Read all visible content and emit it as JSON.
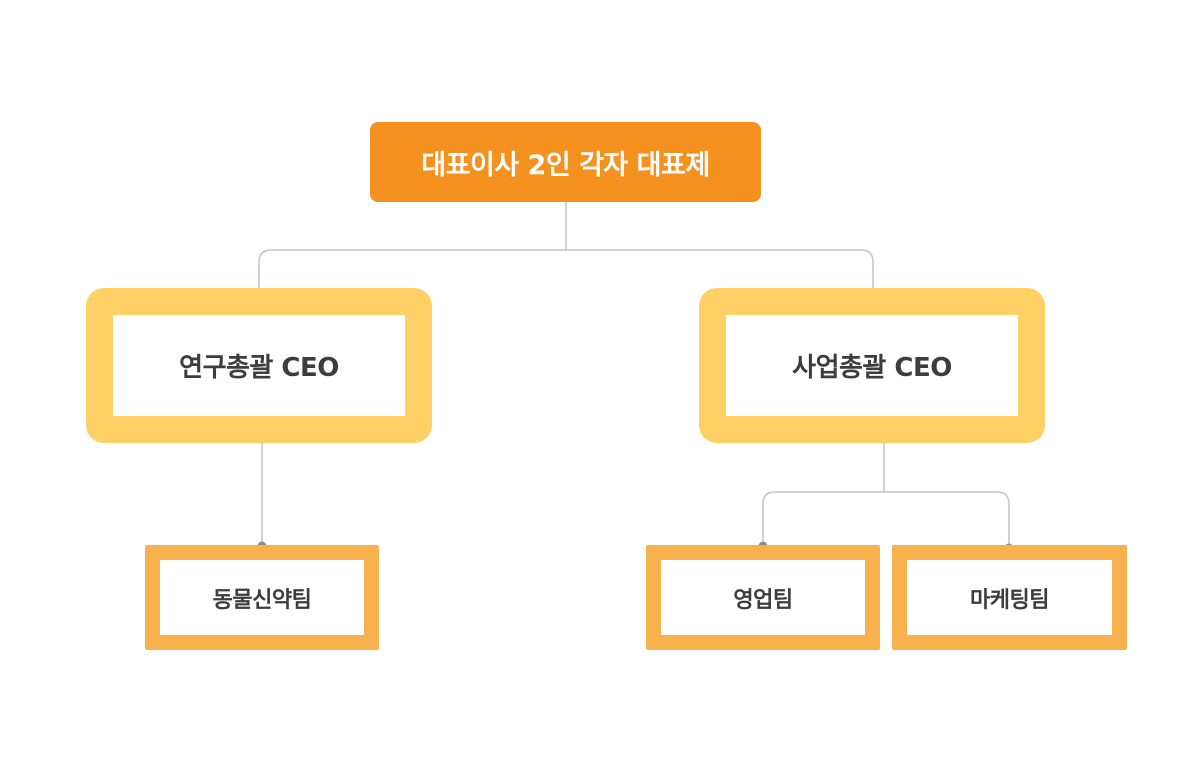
{
  "colors": {
    "root_fill": "#f5921f",
    "ceo_border": "#ffd066",
    "team_border": "#f7b24d",
    "connector": "#c4c4c4",
    "connector_dot": "#8d8d8d",
    "text_dark": "#3d3d3d"
  },
  "org": {
    "root": {
      "label": "대표이사 2인 각자 대표제"
    },
    "ceos": [
      {
        "label": "연구총괄 CEO"
      },
      {
        "label": "사업총괄 CEO"
      }
    ],
    "teams": [
      {
        "label": "동물신약팀",
        "reports_to": "연구총괄 CEO"
      },
      {
        "label": "영업팀",
        "reports_to": "사업총괄 CEO"
      },
      {
        "label": "마케팅팀",
        "reports_to": "사업총괄 CEO"
      }
    ]
  }
}
